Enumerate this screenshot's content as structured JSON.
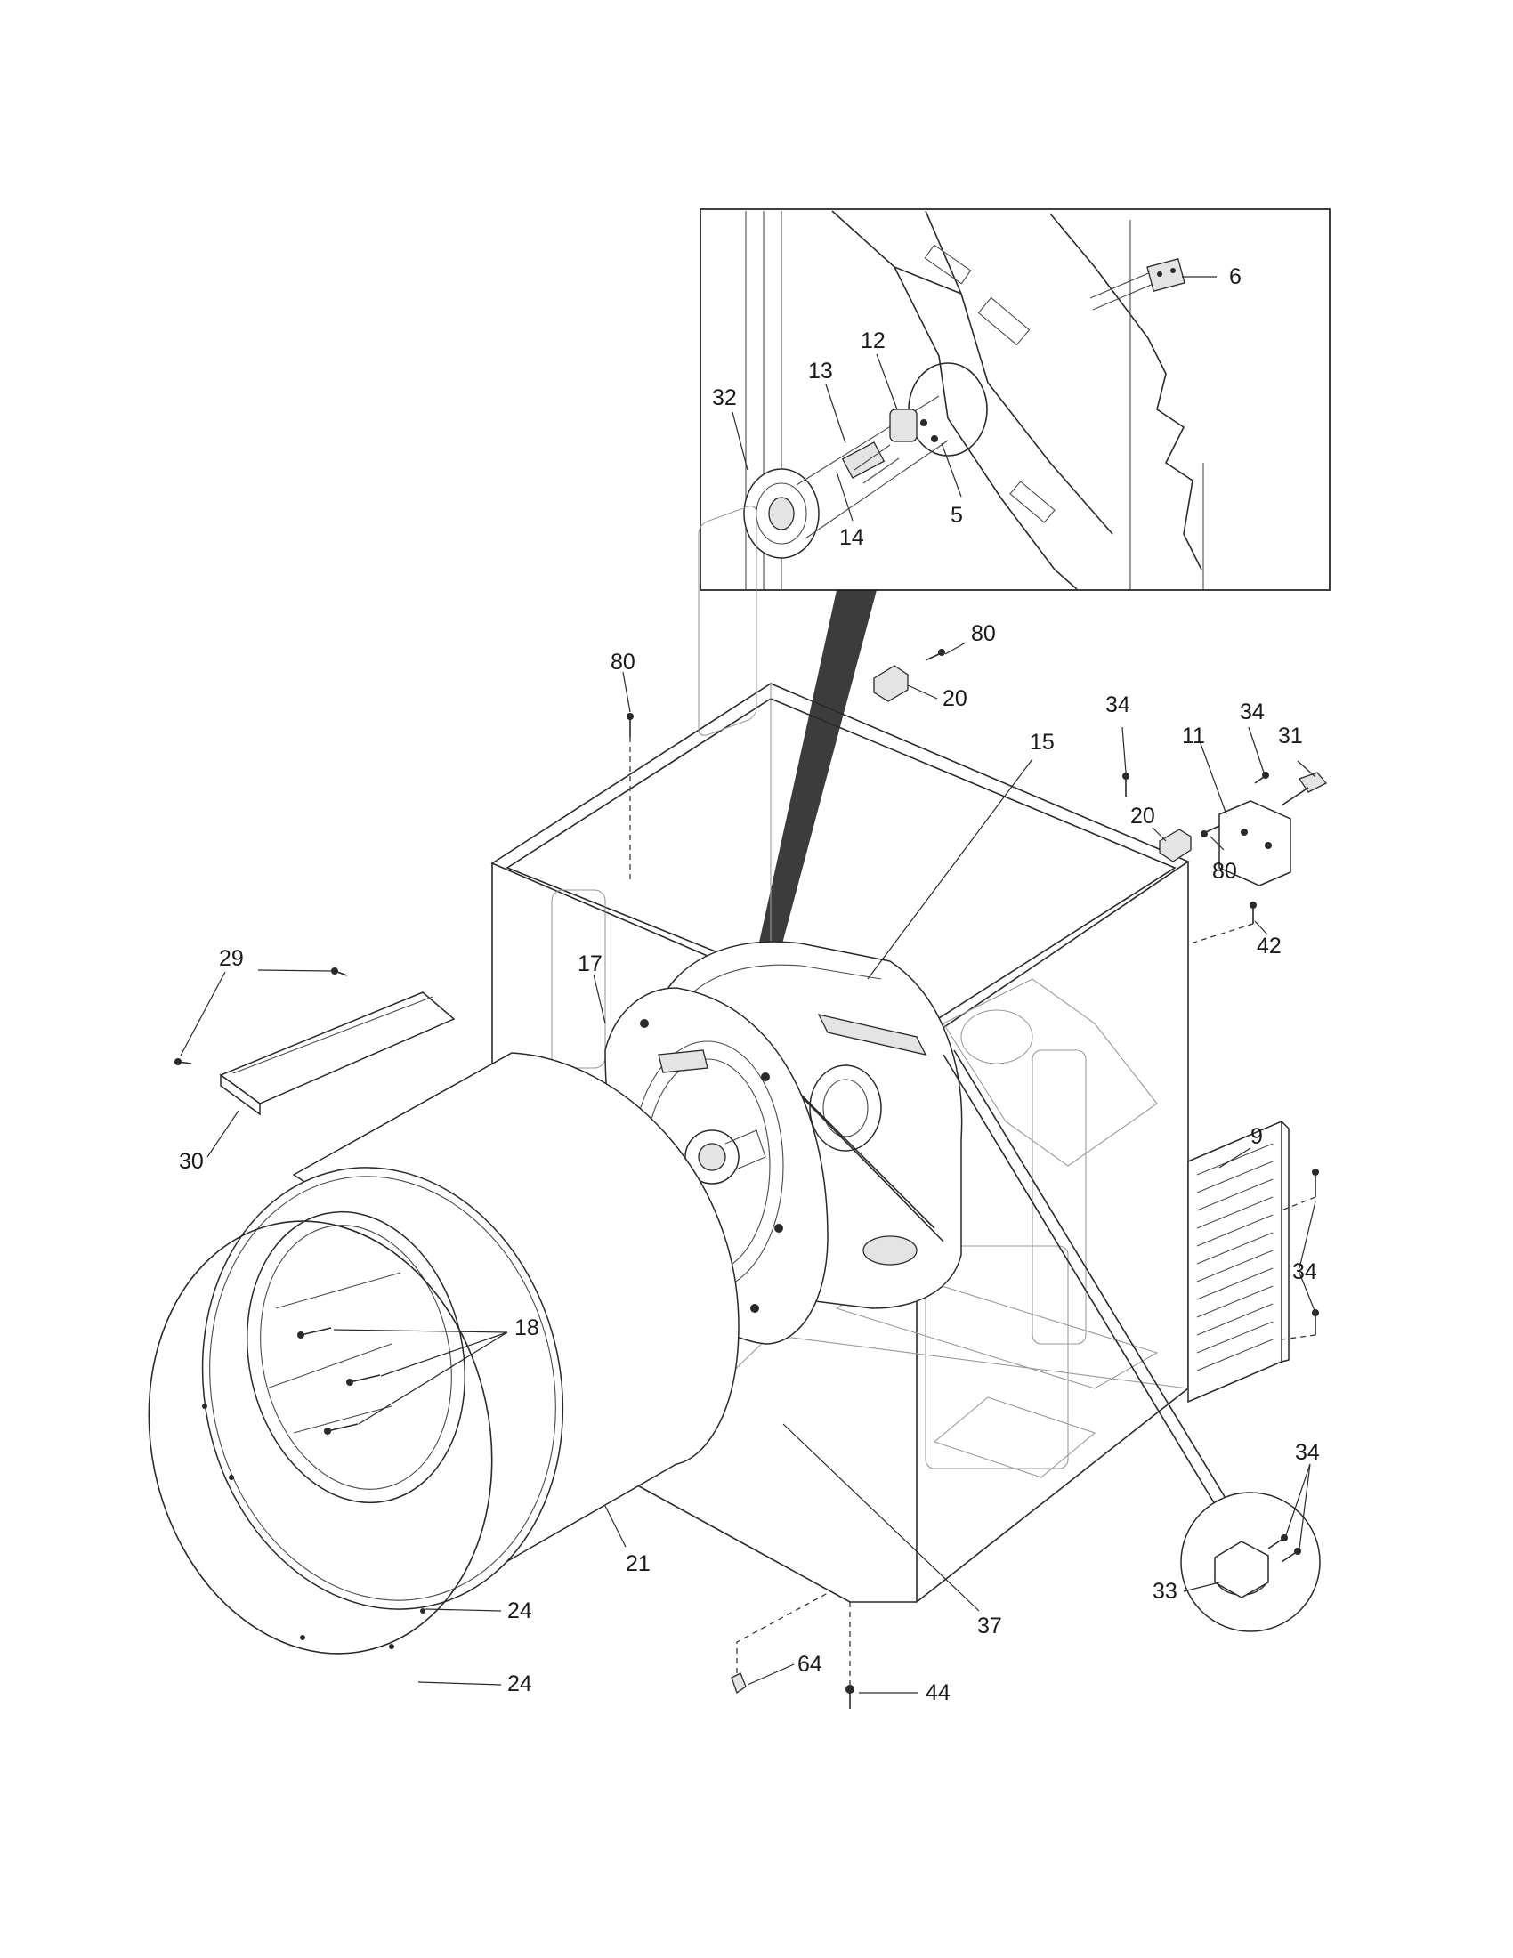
{
  "callouts": {
    "c5": "5",
    "c6": "6",
    "c9": "9",
    "c11": "11",
    "c12": "12",
    "c13": "13",
    "c14": "14",
    "c15": "15",
    "c17": "17",
    "c18": "18",
    "c20a": "20",
    "c20b": "20",
    "c21": "21",
    "c24a": "24",
    "c24b": "24",
    "c29": "29",
    "c30": "30",
    "c31": "31",
    "c32": "32",
    "c33": "33",
    "c34a": "34",
    "c34b": "34",
    "c34c": "34",
    "c34d": "34",
    "c37": "37",
    "c42": "42",
    "c44": "44",
    "c64": "64",
    "c80a": "80",
    "c80b": "80",
    "c80c": "80"
  }
}
